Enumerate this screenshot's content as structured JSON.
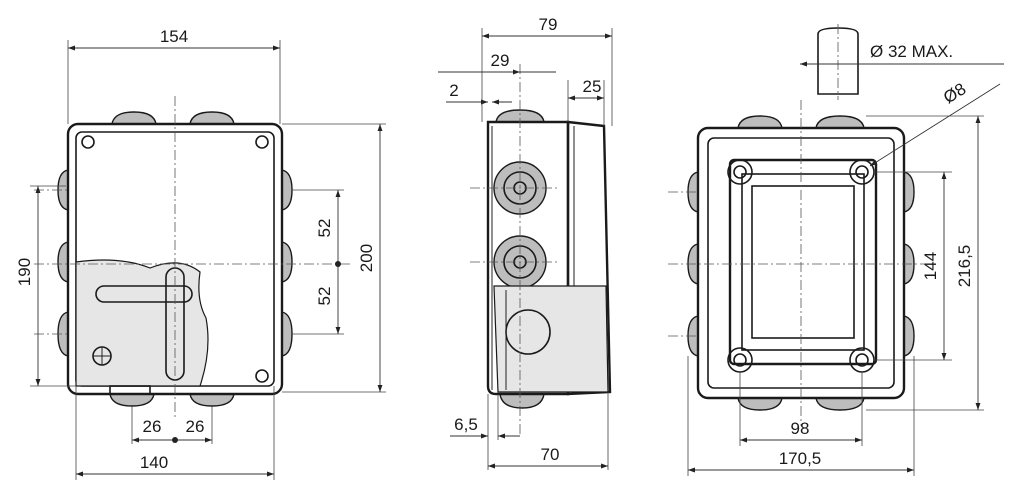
{
  "dimensions": {
    "front": {
      "width_top": "154",
      "height_left": "190",
      "height_right": "200",
      "spacing_upper": "52",
      "spacing_lower": "52",
      "bottom_left": "26",
      "bottom_right": "26",
      "width_bottom": "140"
    },
    "side": {
      "depth_top": "79",
      "depth_inner": "29",
      "offset_small": "2",
      "lid_depth": "25",
      "bottom_offset": "6,5",
      "depth_bottom": "70"
    },
    "back": {
      "gland_max": "Ø 32 MAX.",
      "hole_dia": "Ø8",
      "hole_spacing_v": "144",
      "height_total": "216,5",
      "hole_spacing_h": "98",
      "width_total": "170,5"
    }
  }
}
